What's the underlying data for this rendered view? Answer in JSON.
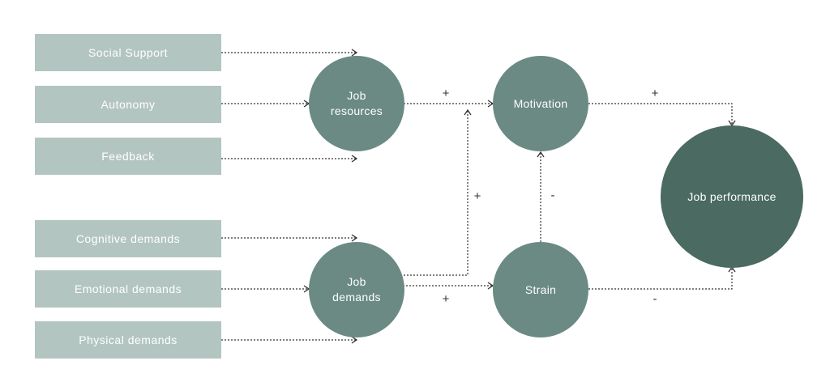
{
  "inputs": {
    "resources": [
      "Social Support",
      "Autonomy",
      "Feedback"
    ],
    "demands": [
      "Cognitive demands",
      "Emotional demands",
      "Physical demands"
    ]
  },
  "nodes": {
    "job_resources": [
      "Job",
      "resources"
    ],
    "job_demands": [
      "Job",
      "demands"
    ],
    "motivation": "Motivation",
    "strain": "Strain",
    "job_performance": "Job performance"
  },
  "signs": {
    "resources_to_motivation": "+",
    "demands_to_motivation": "+",
    "demands_to_strain": "+",
    "strain_to_motivation": "-",
    "motivation_to_performance": "+",
    "strain_to_performance": "-"
  },
  "colors": {
    "input_box": "#b3c5c1",
    "node": "#6a8a83",
    "outcome_node": "#4a6a62",
    "arrow": "#333333"
  }
}
